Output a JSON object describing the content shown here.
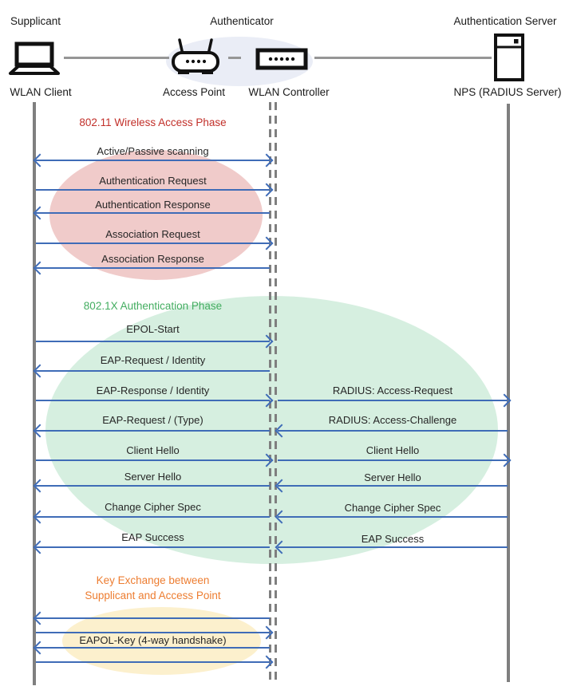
{
  "diagram": {
    "title_semantic": "WLAN 802.1X authentication sequence diagram",
    "actors": {
      "supplicant": {
        "role": "Supplicant",
        "name": "WLAN Client"
      },
      "authenticator": {
        "role": "Authenticator",
        "access_point": "Access Point",
        "wlan_controller": "WLAN Controller"
      },
      "auth_server": {
        "role": "Authentication Server",
        "name": "NPS (RADIUS Server)"
      }
    },
    "phases": {
      "phase1": {
        "title": "802.11 Wireless Access Phase",
        "color": "#C2302A",
        "fill": "#F0CBCA"
      },
      "phase2": {
        "title": "802.1X Authentication Phase",
        "color": "#43AD60",
        "fill": "#D6EFE0"
      },
      "phase3": {
        "title_line1": "Key Exchange between",
        "title_line2": "Supplicant and Access Point",
        "color": "#ED7D31",
        "fill": "#FCF0CD"
      }
    },
    "messages": {
      "left": [
        {
          "label": "Active/Passive scanning",
          "direction": "both"
        },
        {
          "label": "Authentication Request",
          "direction": "right"
        },
        {
          "label": "Authentication Response",
          "direction": "left"
        },
        {
          "label": "Association Request",
          "direction": "right"
        },
        {
          "label": "Association Response",
          "direction": "left"
        },
        {
          "label": "EPOL-Start",
          "direction": "right"
        },
        {
          "label": "EAP-Request / Identity",
          "direction": "left"
        },
        {
          "label": "EAP-Response / Identity",
          "direction": "right"
        },
        {
          "label": "EAP-Request / (Type)",
          "direction": "left"
        },
        {
          "label": "Client Hello",
          "direction": "right"
        },
        {
          "label": "Server Hello",
          "direction": "left"
        },
        {
          "label": "Change Cipher Spec",
          "direction": "left"
        },
        {
          "label": "EAP Success",
          "direction": "left"
        },
        {
          "label": "",
          "direction": "left"
        },
        {
          "label": "",
          "direction": "right"
        },
        {
          "label": "EAPOL-Key (4-way handshake)",
          "direction": "left"
        },
        {
          "label": "",
          "direction": "right"
        }
      ],
      "right": [
        {
          "label": "RADIUS: Access-Request",
          "direction": "right"
        },
        {
          "label": "RADIUS: Access-Challenge",
          "direction": "left"
        },
        {
          "label": "Client Hello",
          "direction": "right"
        },
        {
          "label": "Server Hello",
          "direction": "left"
        },
        {
          "label": "Change Cipher Spec",
          "direction": "left"
        },
        {
          "label": "EAP Success",
          "direction": "left"
        }
      ]
    },
    "colors": {
      "arrow": "#3F6CB7",
      "lifeline": "#7F7F7F",
      "authenticator_fill": "#EAEDF6"
    }
  }
}
